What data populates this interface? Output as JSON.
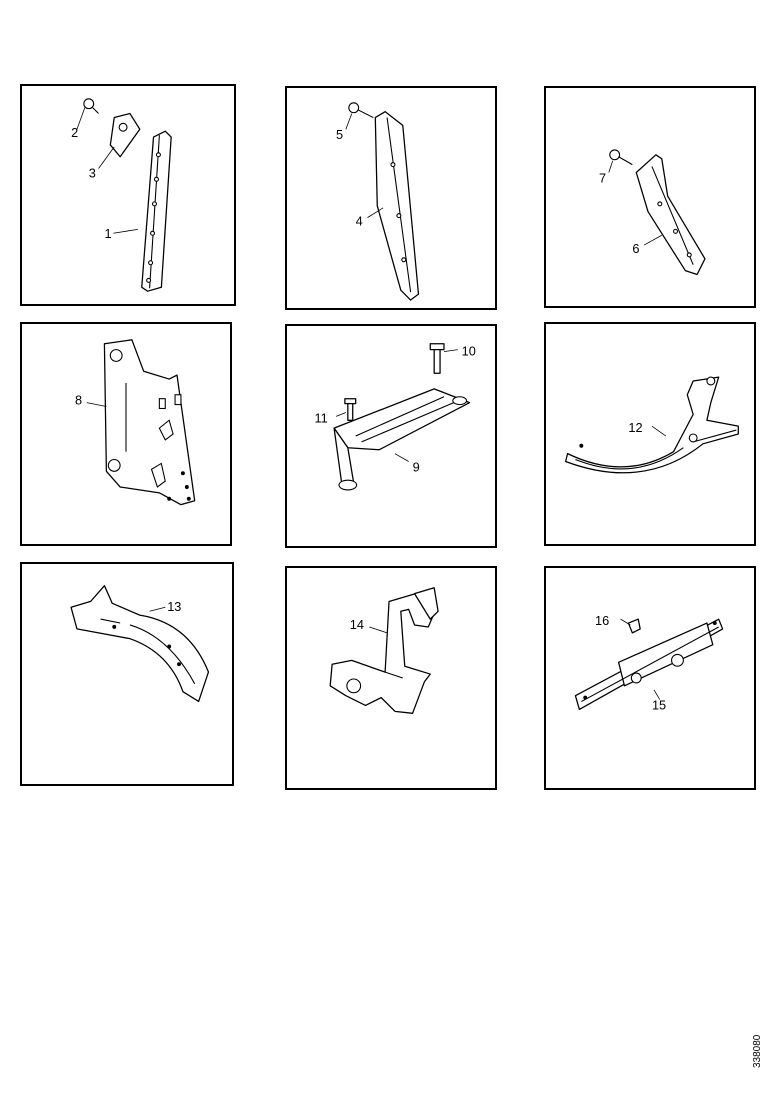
{
  "panels": [
    {
      "id": "p1",
      "labels": [
        "1",
        "2",
        "3"
      ]
    },
    {
      "id": "p2",
      "labels": [
        "4",
        "5"
      ]
    },
    {
      "id": "p3",
      "labels": [
        "6",
        "7"
      ]
    },
    {
      "id": "p4",
      "labels": [
        "8"
      ]
    },
    {
      "id": "p5",
      "labels": [
        "9",
        "10",
        "11"
      ]
    },
    {
      "id": "p6",
      "labels": [
        "12"
      ]
    },
    {
      "id": "p7",
      "labels": [
        "13"
      ]
    },
    {
      "id": "p8",
      "labels": [
        "14"
      ]
    },
    {
      "id": "p9",
      "labels": [
        "15",
        "16"
      ]
    }
  ],
  "reference_code": "338080"
}
